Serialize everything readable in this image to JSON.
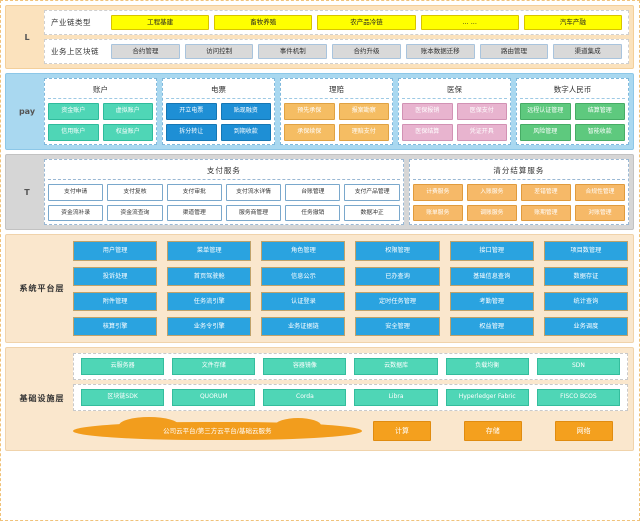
{
  "layers": {
    "l": {
      "side_label": "L",
      "rows": [
        {
          "title": "产业链类型",
          "style": "yellow",
          "tiles": [
            "工程基建",
            "畜牧养殖",
            "农产品冷链",
            "... ...",
            "汽车产融"
          ]
        },
        {
          "title": "业务上区块链",
          "style": "gray",
          "tiles": [
            "合约管理",
            "访问控制",
            "事件机制",
            "合约升级",
            "账本数据迁移",
            "路由管理",
            "渠道集成"
          ]
        }
      ]
    },
    "pay": {
      "side_label": "pay",
      "columns": [
        {
          "head": "账户",
          "color": "teal",
          "items": [
            "资金账户",
            "虚拟账户",
            "信用账户",
            "权益账户"
          ]
        },
        {
          "head": "电票",
          "color": "blue",
          "items": [
            "开立电票",
            "贴现融资",
            "拆分转让",
            "到期收款"
          ]
        },
        {
          "head": "理赔",
          "color": "orange",
          "items": [
            "预先承保",
            "报案勘察",
            "承保续保",
            "理赔支付"
          ]
        },
        {
          "head": "医保",
          "color": "pink",
          "items": [
            "医保报销",
            "医保支付",
            "医保结算",
            "凭证开具"
          ]
        },
        {
          "head": "数字人民币",
          "color": "green",
          "items": [
            "远程认证管理",
            "结算管理",
            "风险管理",
            "智能收款"
          ]
        }
      ]
    },
    "t": {
      "side_label": "T",
      "payment_service": {
        "head": "支付服务",
        "items": [
          "支付申请",
          "支付复核",
          "支付审批",
          "支付流水详情",
          "台账管理",
          "支付产品管理",
          "资金流补录",
          "资金流查询",
          "渠道管理",
          "服务商管理",
          "任务撤销",
          "数据冲正"
        ]
      },
      "settlement_service": {
        "head": "清分结算服务",
        "items": [
          "计费服务",
          "入账服务",
          "差错管理",
          "合规性管理",
          "账单服务",
          "调账服务",
          "账期管理",
          "对账管理"
        ]
      }
    },
    "platform": {
      "label": "系统平台层",
      "items": [
        "用户管理",
        "菜单管理",
        "角色管理",
        "权限管理",
        "接口管理",
        "项目数管理",
        "投诉处理",
        "首页驾驶舱",
        "信息公示",
        "已办查询",
        "基础信息查询",
        "数据存证",
        "附件管理",
        "任务流引擎",
        "认证登录",
        "定时任务管理",
        "考勤管理",
        "统计查询",
        "核算引擎",
        "业务令引擎",
        "业务证据链",
        "安全管理",
        "权益管理",
        "业务调度"
      ]
    },
    "infra": {
      "label": "基础设施层",
      "row_cloud": [
        "云服务器",
        "文件存储",
        "容器镜像",
        "云数据库",
        "负载均衡",
        "SDN"
      ],
      "row_chain": [
        "区块链SDK",
        "QUORUM",
        "Corda",
        "Libra",
        "Hyperledger Fabric",
        "FISCO BCOS"
      ],
      "cloud_banner": "公司云平台/第三方云平台/基础云服务",
      "buttons": [
        "计算",
        "存储",
        "网络"
      ]
    }
  },
  "colors": {
    "yellow": "#ffff00",
    "gray": "#d9d9d9",
    "teal": "#4fd6b6",
    "blue": "#1e8fd5",
    "orange": "#f5bd63",
    "pink": "#e8b4cf",
    "green": "#5ec97e",
    "platform_tile": "#2aa3e0",
    "infra_tile": "#4fd6b6",
    "cloud": "#f29d1d",
    "band_l": "#fbe2bd",
    "band_pay": "#a9d8f0",
    "band_t": "#d6d6d6",
    "band_platform": "#fae7cd"
  }
}
